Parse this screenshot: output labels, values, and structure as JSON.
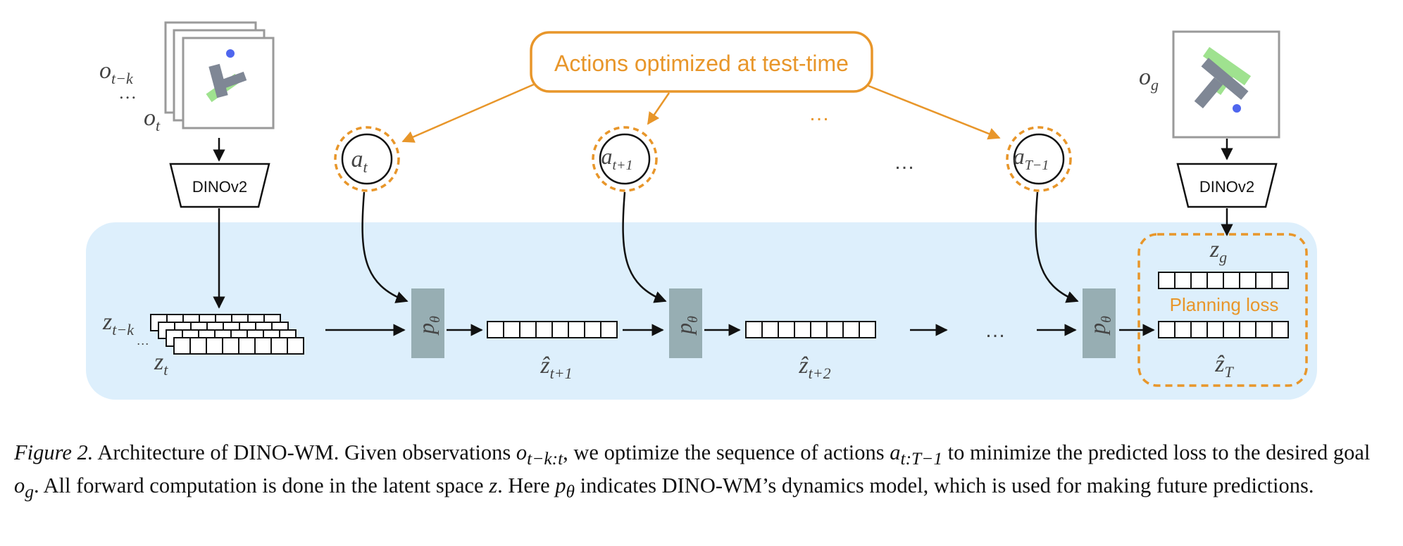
{
  "figure": {
    "actions_label": "Actions optimized at test-time",
    "planning_loss_label": "Planning loss",
    "encoder_label": "DINOv2",
    "dots": "…",
    "obs_labels": {
      "first_base": "o",
      "first_sub": "t−k",
      "last_base": "o",
      "last_sub": "t",
      "ellipsis": "…"
    },
    "goal_obs": {
      "base": "o",
      "sub": "g"
    },
    "goal_latent": {
      "base": "z",
      "sub": "g"
    },
    "latent_in": {
      "first_base": "z",
      "first_sub": "t−k",
      "last_base": "z",
      "last_sub": "t",
      "ellipsis": "…"
    },
    "actions": [
      {
        "base": "a",
        "sub": "t"
      },
      {
        "base": "a",
        "sub": "t+1"
      },
      {
        "base": "a",
        "sub": "T−1"
      }
    ],
    "predictor": {
      "base": "p",
      "sub": "θ"
    },
    "predicted_latents": [
      {
        "base": "ẑ",
        "sub": "t+1"
      },
      {
        "base": "ẑ",
        "sub": "t+2"
      },
      {
        "base": "ẑ",
        "sub": "T"
      }
    ],
    "colors": {
      "orange": "#E8962A",
      "latent_bg": "#DDEFFC",
      "predictor": "#97AEB3",
      "green": "#9FE28F",
      "bar": "#7F8795",
      "dot": "#4F66EE"
    }
  },
  "caption": {
    "label": "Figure 2.",
    "t1": " Architecture of DINO-WM. Given observations ",
    "m1": "o",
    "m1_sub": "t−k:t",
    "t2": ", we optimize the sequence of actions ",
    "m2": "a",
    "m2_sub": "t:T−1",
    "t3": " to minimize the predicted loss to the desired goal ",
    "m3": "o",
    "m3_sub": "g",
    "t4": ". All forward computation is done in the latent space ",
    "m4": "z",
    "t5": ". Here ",
    "m5": "p",
    "m5_sub": "θ",
    "t6": " indicates DINO-WM’s dynamics model, which is used for making future predictions."
  }
}
